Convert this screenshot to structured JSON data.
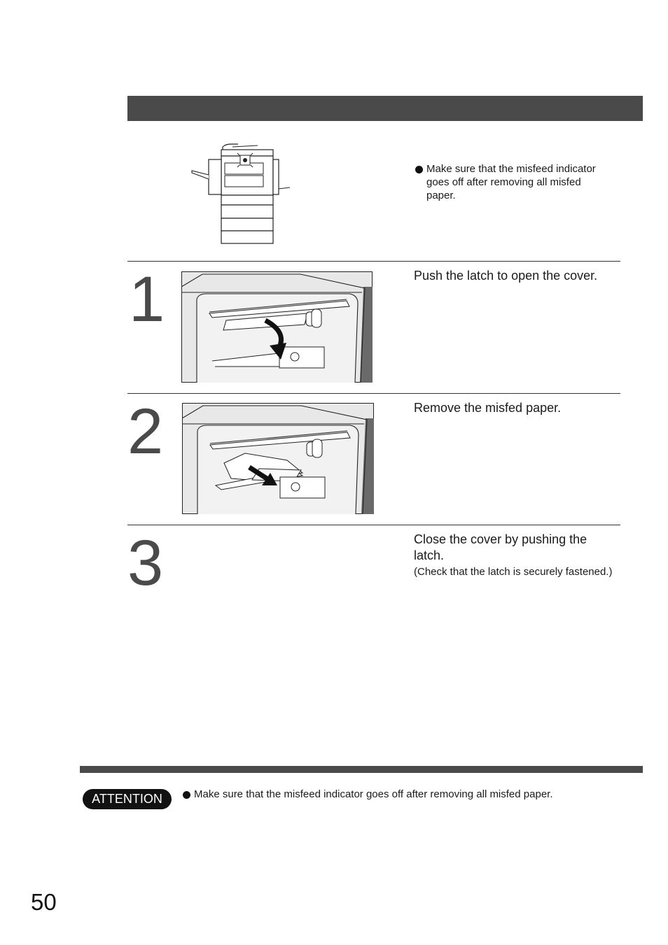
{
  "header": {
    "title": ""
  },
  "overview": {
    "note": "Make sure that the misfeed indicator goes off after removing all misfed paper.",
    "illustration_icon": "copier-machine-icon"
  },
  "steps": [
    {
      "number": "1",
      "instruction": "Push the latch to open the cover.",
      "illustration_icon": "open-cover-illustration"
    },
    {
      "number": "2",
      "instruction": "Remove the misfed paper.",
      "illustration_icon": "remove-paper-illustration"
    },
    {
      "number": "3",
      "instruction": "Close the cover by pushing the latch.",
      "note": "(Check that the latch is securely fastened.)"
    }
  ],
  "attention": {
    "label": "ATTENTION",
    "text": "Make sure that the misfeed indicator goes off after removing all misfed paper."
  },
  "page_number": "50",
  "colors": {
    "bar": "#4a4a4a",
    "step_number": "#4a4a4a",
    "badge": "#111111"
  }
}
